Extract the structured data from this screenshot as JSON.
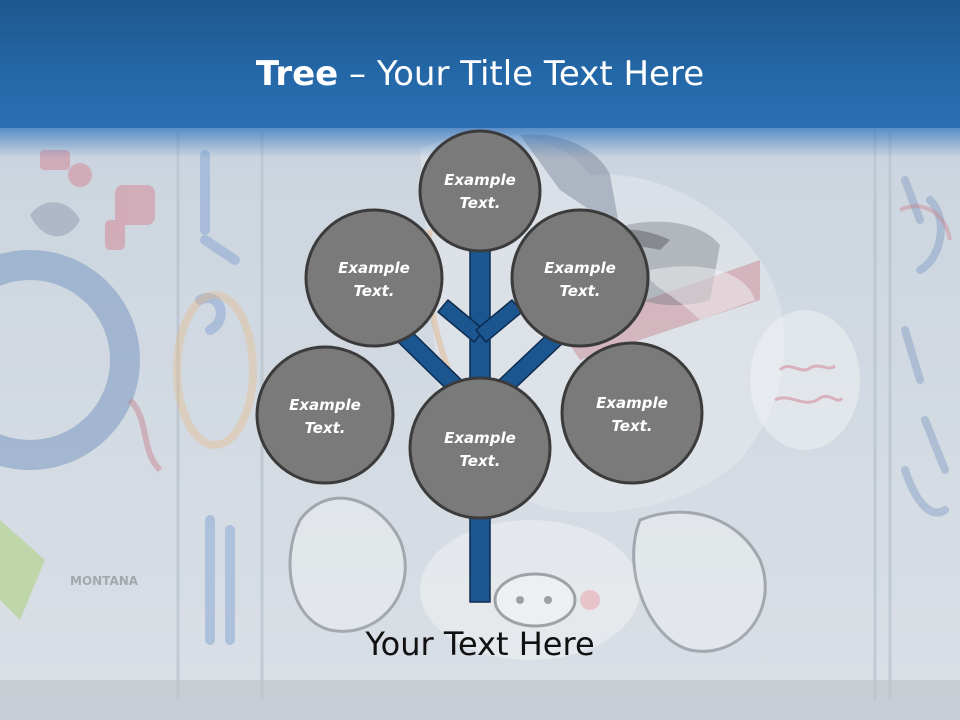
{
  "header": {
    "title_bold": "Tree",
    "title_sep": " – ",
    "title_rest": "Your Title Text Here"
  },
  "diagram": {
    "nodes": [
      {
        "id": "top",
        "line1": "Example",
        "line2": "Text."
      },
      {
        "id": "upper-left",
        "line1": "Example",
        "line2": "Text."
      },
      {
        "id": "upper-right",
        "line1": "Example",
        "line2": "Text."
      },
      {
        "id": "lower-left",
        "line1": "Example",
        "line2": "Text."
      },
      {
        "id": "center",
        "line1": "Example",
        "line2": "Text."
      },
      {
        "id": "lower-right",
        "line1": "Example",
        "line2": "Text."
      }
    ]
  },
  "footer": {
    "text": "Your Text Here"
  },
  "colors": {
    "header": "#2468a8",
    "circle_fill": "#7a7a7a",
    "circle_stroke": "#3b3b3b",
    "branch": "#1c5690",
    "branch_stroke": "#0d2c4e"
  }
}
